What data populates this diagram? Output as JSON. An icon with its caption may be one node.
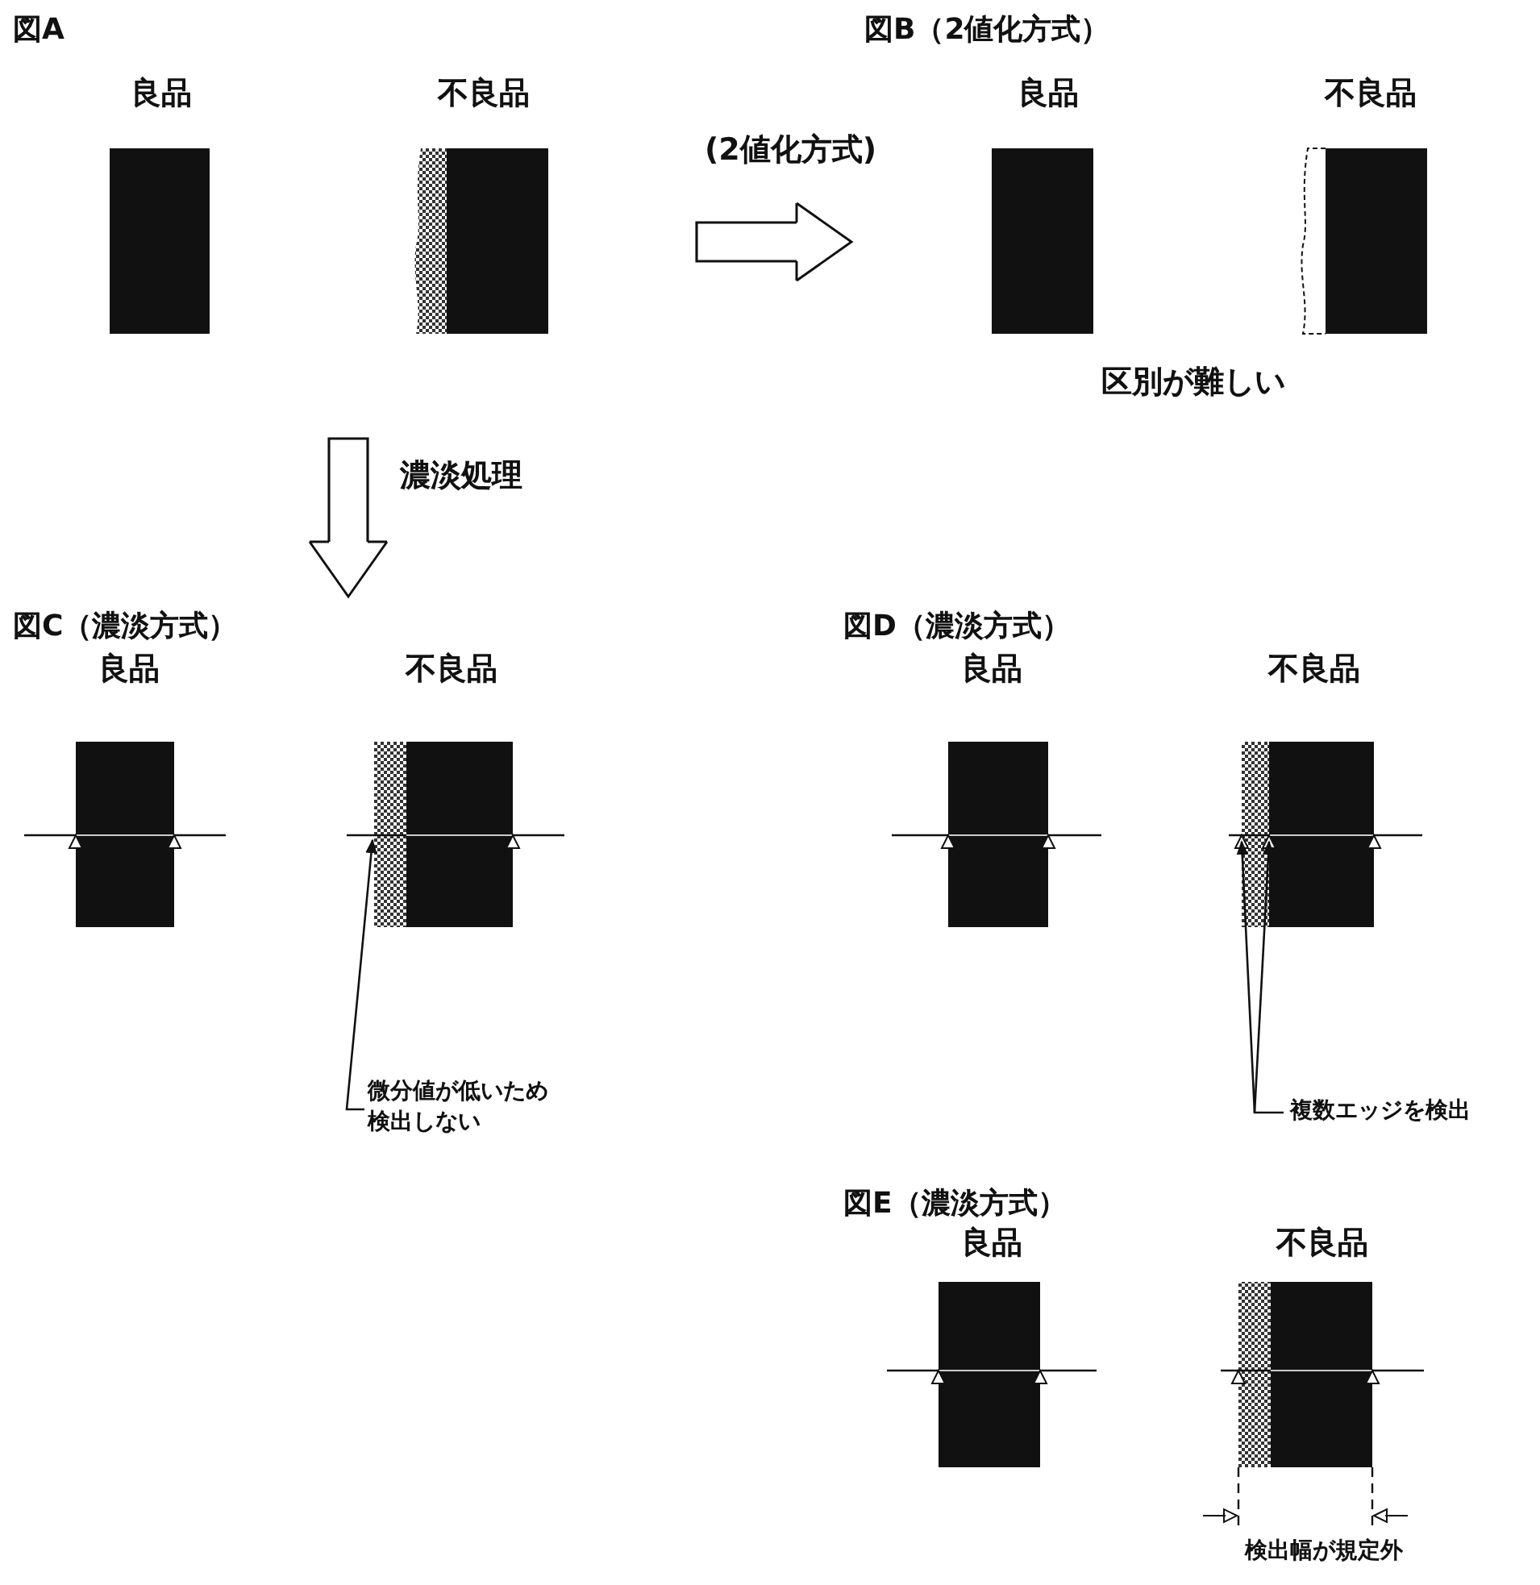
{
  "diagram": {
    "nodes": [
      {
        "text": [
          "図A"
        ]
      },
      {
        "text": [
          "良品"
        ],
        "in": 0
      },
      {
        "text": [
          "不良品"
        ],
        "in": 0
      },
      {
        "text": [
          "図B（2値化方式）"
        ]
      },
      {
        "text": [
          "良品"
        ],
        "in": 3
      },
      {
        "text": [
          "不良品"
        ],
        "in": 3
      },
      {
        "text": [
          "図C（濃淡方式）"
        ]
      },
      {
        "text": [
          "良品"
        ],
        "in": 6
      },
      {
        "text": [
          "不良品"
        ],
        "in": 6
      },
      {
        "text": [
          "微分値が低いため検出しない"
        ]
      },
      {
        "text": [
          "図D（濃淡方式）"
        ]
      },
      {
        "text": [
          "良品"
        ],
        "in": 10
      },
      {
        "text": [
          "不良品"
        ],
        "in": 10
      },
      {
        "text": [
          "複数エッジを検出"
        ]
      },
      {
        "text": [
          "図E（濃淡方式）"
        ]
      },
      {
        "text": [
          "良品"
        ],
        "in": 14
      },
      {
        "text": [
          "不良品"
        ],
        "in": 14,
        "beside": [
          "検出幅が規定外"
        ]
      }
    ],
    "edges": [
      {
        "from": 0,
        "to": 3,
        "arrow": "to",
        "label": "(2値化方式)"
      },
      {
        "from": 0,
        "to": 6,
        "arrow": "to",
        "label": "濃淡処理"
      },
      {
        "from": 9,
        "to": 8,
        "arrow": "to"
      },
      {
        "from": 13,
        "to": 12,
        "arrow": "to"
      },
      {
        "from": 13,
        "to": 12,
        "arrow": "to"
      }
    ],
    "labels": [
      "区別が難しい"
    ]
  }
}
